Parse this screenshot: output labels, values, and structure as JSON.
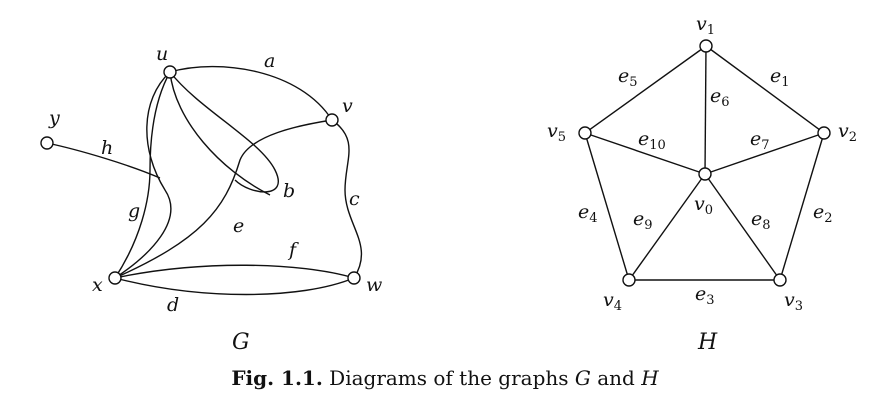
{
  "graph_G": {
    "title": "G",
    "vertices": [
      "u",
      "v",
      "b",
      "x",
      "w",
      "y"
    ],
    "edges": [
      "a",
      "h",
      "g",
      "e",
      "c",
      "f",
      "d"
    ]
  },
  "graph_H": {
    "title": "H",
    "vertices": [
      {
        "base": "v",
        "sub": "1"
      },
      {
        "base": "v",
        "sub": "2"
      },
      {
        "base": "v",
        "sub": "3"
      },
      {
        "base": "v",
        "sub": "4"
      },
      {
        "base": "v",
        "sub": "5"
      },
      {
        "base": "v",
        "sub": "0"
      }
    ],
    "edges": [
      {
        "base": "e",
        "sub": "1"
      },
      {
        "base": "e",
        "sub": "2"
      },
      {
        "base": "e",
        "sub": "3"
      },
      {
        "base": "e",
        "sub": "4"
      },
      {
        "base": "e",
        "sub": "5"
      },
      {
        "base": "e",
        "sub": "6"
      },
      {
        "base": "e",
        "sub": "7"
      },
      {
        "base": "e",
        "sub": "8"
      },
      {
        "base": "e",
        "sub": "9"
      },
      {
        "base": "e",
        "sub": "10"
      }
    ]
  },
  "caption": {
    "prefix": "Fig. 1.1.",
    "text_1": " Diagrams of the graphs ",
    "g": "G",
    "text_2": " and ",
    "h": "H"
  }
}
